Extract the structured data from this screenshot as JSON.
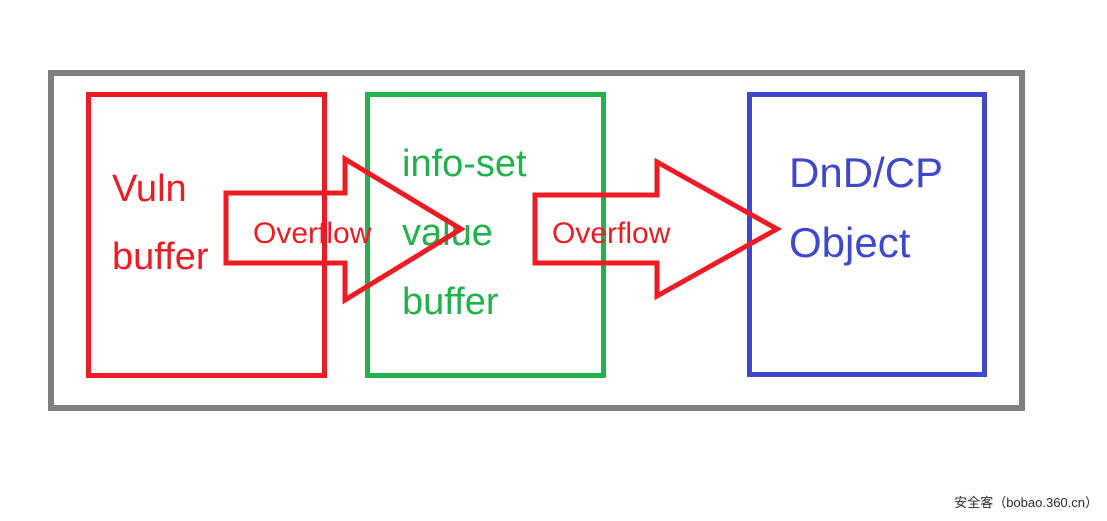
{
  "diagram": {
    "frame_color": "#7f7f7f",
    "background": "#ffffff",
    "boxes": [
      {
        "id": "vuln-buffer",
        "color": "#ED1C24",
        "lines": [
          "Vuln",
          "buffer"
        ]
      },
      {
        "id": "info-set-value-buffer",
        "color": "#22B14C",
        "lines": [
          "info-set",
          "value",
          "buffer"
        ]
      },
      {
        "id": "dnd-cp-object",
        "color": "#3F48CC",
        "lines": [
          "DnD/CP",
          "Object"
        ]
      }
    ],
    "arrows": [
      {
        "id": "overflow-arrow-1",
        "label": "Overflow",
        "color": "#ED1C24",
        "direction": "right"
      },
      {
        "id": "overflow-arrow-2",
        "label": "Overflow",
        "color": "#ED1C24",
        "direction": "right"
      }
    ]
  },
  "watermark": {
    "text": "安全客（bobao.360.cn）"
  }
}
